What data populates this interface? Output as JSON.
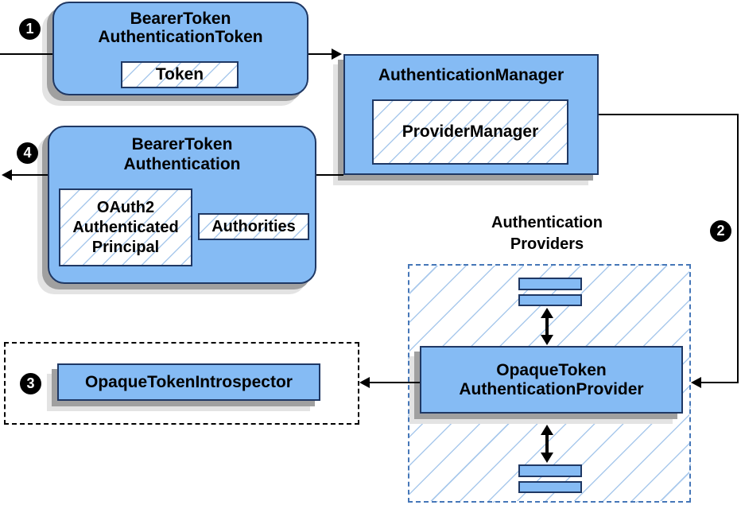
{
  "colors": {
    "node_fill": "#85BBF4",
    "node_border": "#1F3864",
    "hatch_line": "#A9C9EC",
    "providers_dash_border": "#4677B8",
    "introspector_dash_border": "#000000",
    "arrow": "#000000",
    "shadow_dark": "#A0A0A0",
    "shadow_light": "#E3E3E3"
  },
  "steps": {
    "one": "1",
    "two": "2",
    "three": "3",
    "four": "4"
  },
  "nodes": {
    "bearer_token_authentication_token": {
      "title_line1": "BearerToken",
      "title_line2": "AuthenticationToken",
      "token": "Token"
    },
    "authentication_manager": {
      "title": "AuthenticationManager",
      "provider_manager": "ProviderManager"
    },
    "bearer_token_authentication": {
      "title_line1": "BearerToken",
      "title_line2": "Authentication",
      "principal_line1": "OAuth2",
      "principal_line2": "Authenticated",
      "principal_line3": "Principal",
      "authorities": "Authorities"
    },
    "opaque_token_authentication_provider": {
      "title_line1": "OpaqueToken",
      "title_line2": "AuthenticationProvider"
    },
    "opaque_token_introspector": {
      "title": "OpaqueTokenIntrospector"
    }
  },
  "labels": {
    "providers_group_line1": "Authentication",
    "providers_group_line2": "Providers"
  }
}
